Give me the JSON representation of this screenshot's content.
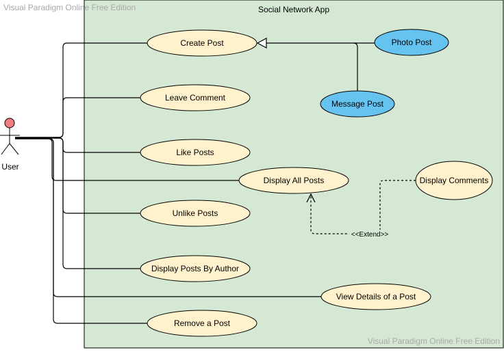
{
  "watermark": {
    "top": "Visual Paradigm Online Free Edition",
    "bottom": "Visual Paradigm Online Free Edition"
  },
  "system": {
    "title": "Social Network App"
  },
  "actor": {
    "name": "User"
  },
  "use_cases": {
    "create_post": "Create Post",
    "leave_comment": "Leave Comment",
    "like_posts": "Like Posts",
    "display_all_posts": "Display All Posts",
    "unlike_posts": "Unlike Posts",
    "display_posts_by_author": "Display Posts By Author",
    "view_details": "View Details of a Post",
    "remove_post": "Remove a Post",
    "photo_post": "Photo Post",
    "message_post": "Message Post",
    "display_comments": "Display Comments"
  },
  "relations": {
    "extend_label": "<<Extend>>"
  },
  "colors": {
    "boundary_fill": "#d5e8d4",
    "usecase_fill": "#fff2cc",
    "subtype_fill": "#66c2ee",
    "actor_head": "#f08080",
    "line": "#000000"
  }
}
